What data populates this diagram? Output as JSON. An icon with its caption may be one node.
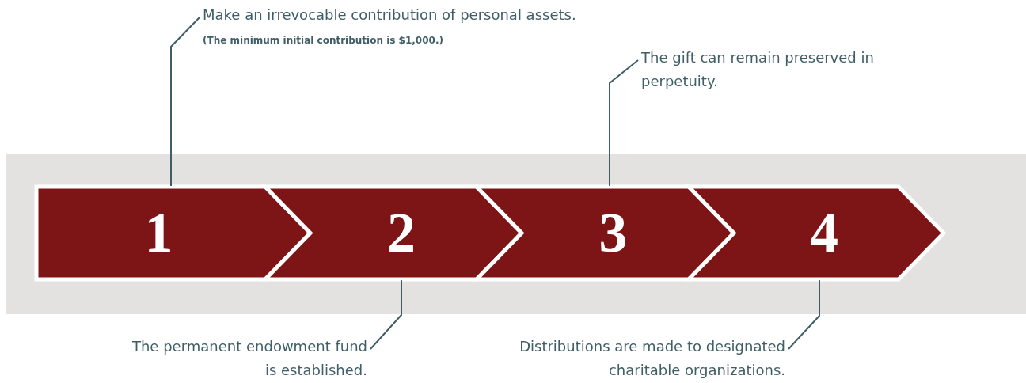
{
  "diagram": {
    "nodes": [
      {
        "text": [
          "1"
        ]
      },
      {
        "text": [
          "2"
        ]
      },
      {
        "text": [
          "3"
        ]
      },
      {
        "text": [
          "4"
        ]
      },
      {
        "text": [
          "Make an irrevocable contribution of personal assets.",
          "(The minimum initial contribution is $1,000.)"
        ]
      },
      {
        "text": [
          "The gift can remain preserved in perpetuity."
        ]
      },
      {
        "text": [
          "The permanent endowment fund is established."
        ]
      },
      {
        "text": [
          "Distributions are made to designated charitable organizations."
        ]
      }
    ],
    "edges": [
      {
        "from": 4,
        "to": 0,
        "arrow": "none"
      },
      {
        "from": 5,
        "to": 2,
        "arrow": "none"
      },
      {
        "from": 6,
        "to": 1,
        "arrow": "none"
      },
      {
        "from": 7,
        "to": 3,
        "arrow": "none"
      }
    ]
  }
}
